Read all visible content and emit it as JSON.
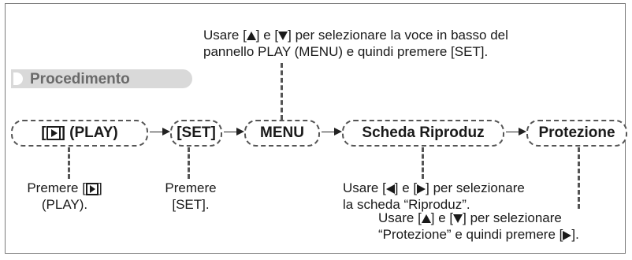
{
  "procedure_label": "Procedimento",
  "notes": {
    "top": {
      "line1_a": "Usare [",
      "line1_b": "] e [",
      "line1_c": "] per selezionare la voce in basso del",
      "line2": "pannello PLAY (MENU) e quindi premere [SET]."
    },
    "play": {
      "line1_a": "Premere [",
      "line1_b": "]",
      "line2": "(PLAY)."
    },
    "set": {
      "line1": "Premere",
      "line2": "[SET]."
    },
    "tab": {
      "line1_a": "Usare [",
      "line1_b": "] e [",
      "line1_c": "] per selezionare",
      "line2": "la scheda “Riproduz”."
    },
    "protect": {
      "line1_a": "Usare [",
      "line1_b": "] e [",
      "line1_c": "] per selezionare",
      "line2_a": "“Protezione” e quindi premere [",
      "line2_b": "]."
    }
  },
  "steps": {
    "play": {
      "open": "[",
      "close": "] (PLAY)",
      "icon": "play-button-icon"
    },
    "set": "[SET]",
    "menu": "MENU",
    "tab": "Scheda Riproduz",
    "protect": "Protezione"
  },
  "colors": {
    "frame": "#7a7a7a",
    "procedure_tab": "#d9d9d9",
    "procedure_text": "#6a6a6a",
    "dash": "#555555"
  }
}
